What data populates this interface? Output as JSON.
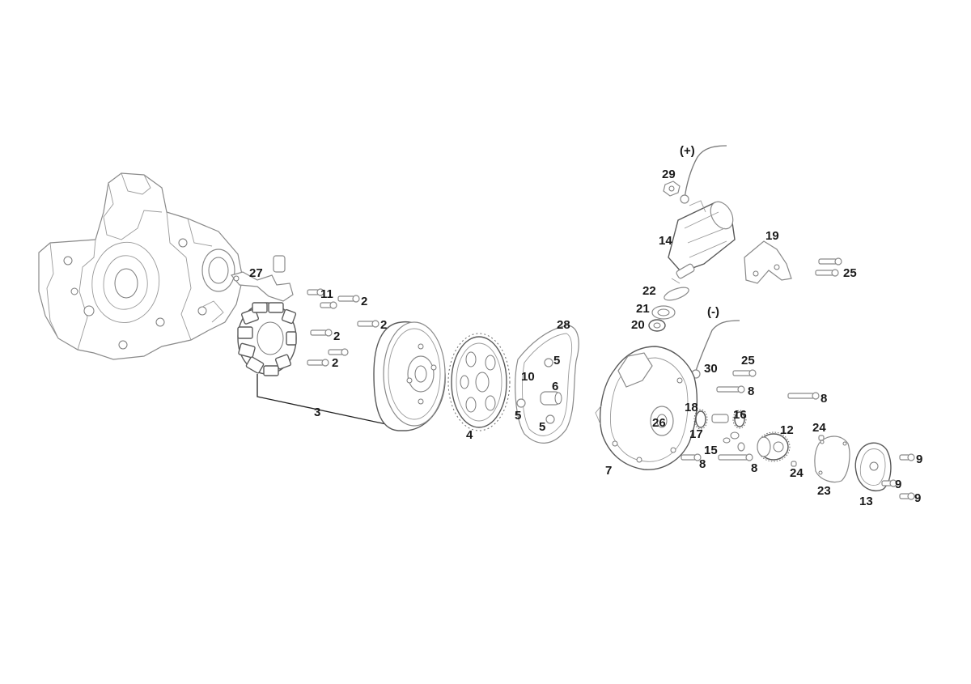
{
  "callouts": {
    "c1": "(+)",
    "c2": "29",
    "c3": "14",
    "c4": "19",
    "c5": "25",
    "c6": "22",
    "c7": "21",
    "c8": "20",
    "c9": "(-)",
    "c10": "27",
    "c11": "11",
    "c12": "2",
    "c13": "2",
    "c14": "2",
    "c15": "2",
    "c16": "28",
    "c17": "5",
    "c18": "10",
    "c19": "6",
    "c20": "5",
    "c21": "5",
    "c22": "3",
    "c23": "4",
    "c24": "30",
    "c25": "25",
    "c26": "8",
    "c27": "8",
    "c28": "18",
    "c29": "26",
    "c30": "16",
    "c31": "17",
    "c32": "12",
    "c33": "24",
    "c34": "15",
    "c35": "8",
    "c36": "8",
    "c37": "24",
    "c38": "7",
    "c39": "23",
    "c40": "9",
    "c41": "9",
    "c42": "9",
    "c43": "13"
  }
}
